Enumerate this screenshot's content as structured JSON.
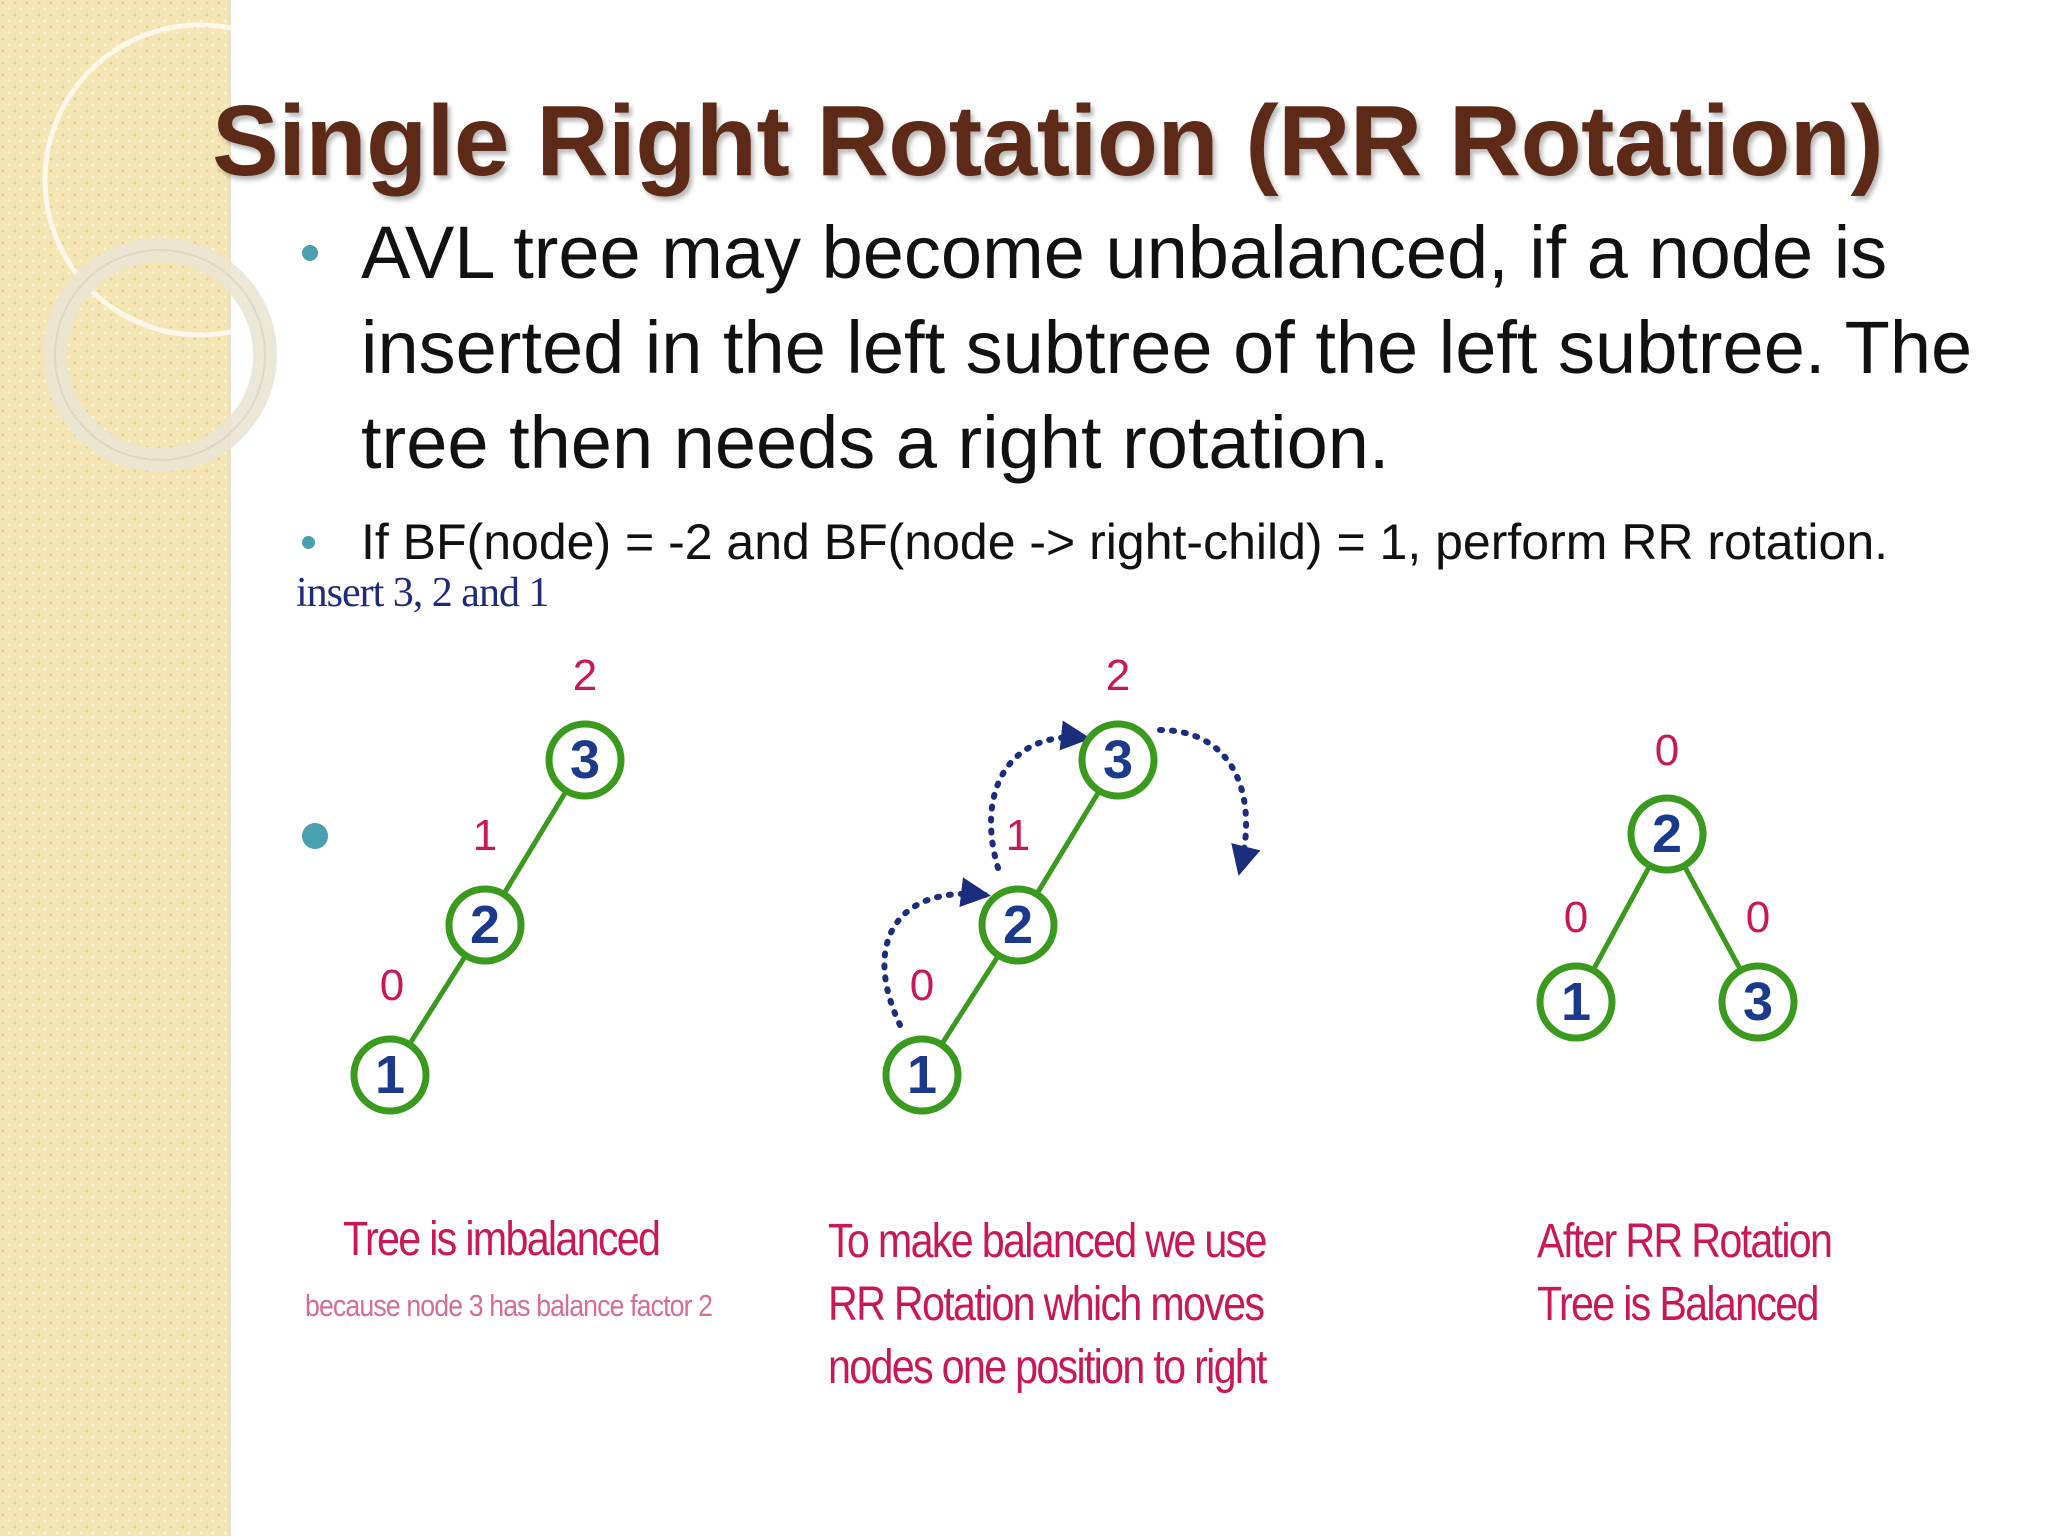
{
  "slide": {
    "title": "Single Right Rotation (RR Rotation)",
    "bullets": [
      "AVL tree may become unbalanced, if a node is inserted in the left subtree of the left subtree. The tree then needs a right rotation.",
      "If BF(node) = -2 and BF(node -> right-child) = 1, perform RR rotation."
    ],
    "insert_note": "insert 3, 2 and 1"
  },
  "colors": {
    "title": "#5c2a17",
    "bullet": "#4a9fb0",
    "node_border": "#3a9a1e",
    "node_label": "#1c3a8c",
    "balance_factor": "#c8185a",
    "arrow": "#1a2e7c",
    "caption": "#c8185a"
  },
  "trees": [
    {
      "nodes": [
        {
          "id": "3",
          "label": "3",
          "bf": "2"
        },
        {
          "id": "2",
          "label": "2",
          "bf": "1"
        },
        {
          "id": "1",
          "label": "1",
          "bf": "0"
        }
      ],
      "edges": [
        [
          "3",
          "2"
        ],
        [
          "2",
          "1"
        ]
      ],
      "caption": [
        "Tree is imbalanced"
      ],
      "subcaption": "because node 3 has balance factor 2"
    },
    {
      "nodes": [
        {
          "id": "3",
          "label": "3",
          "bf": "2"
        },
        {
          "id": "2",
          "label": "2",
          "bf": "1"
        },
        {
          "id": "1",
          "label": "1",
          "bf": "0"
        }
      ],
      "edges": [
        [
          "3",
          "2"
        ],
        [
          "2",
          "1"
        ]
      ],
      "caption": [
        "To make balanced we use",
        "RR Rotation which moves",
        "nodes one position to right"
      ]
    },
    {
      "nodes": [
        {
          "id": "2",
          "label": "2",
          "bf": "0"
        },
        {
          "id": "1",
          "label": "1",
          "bf": "0"
        },
        {
          "id": "3",
          "label": "3",
          "bf": "0"
        }
      ],
      "edges": [
        [
          "2",
          "1"
        ],
        [
          "2",
          "3"
        ]
      ],
      "caption": [
        "After RR Rotation",
        "Tree is Balanced"
      ]
    }
  ]
}
